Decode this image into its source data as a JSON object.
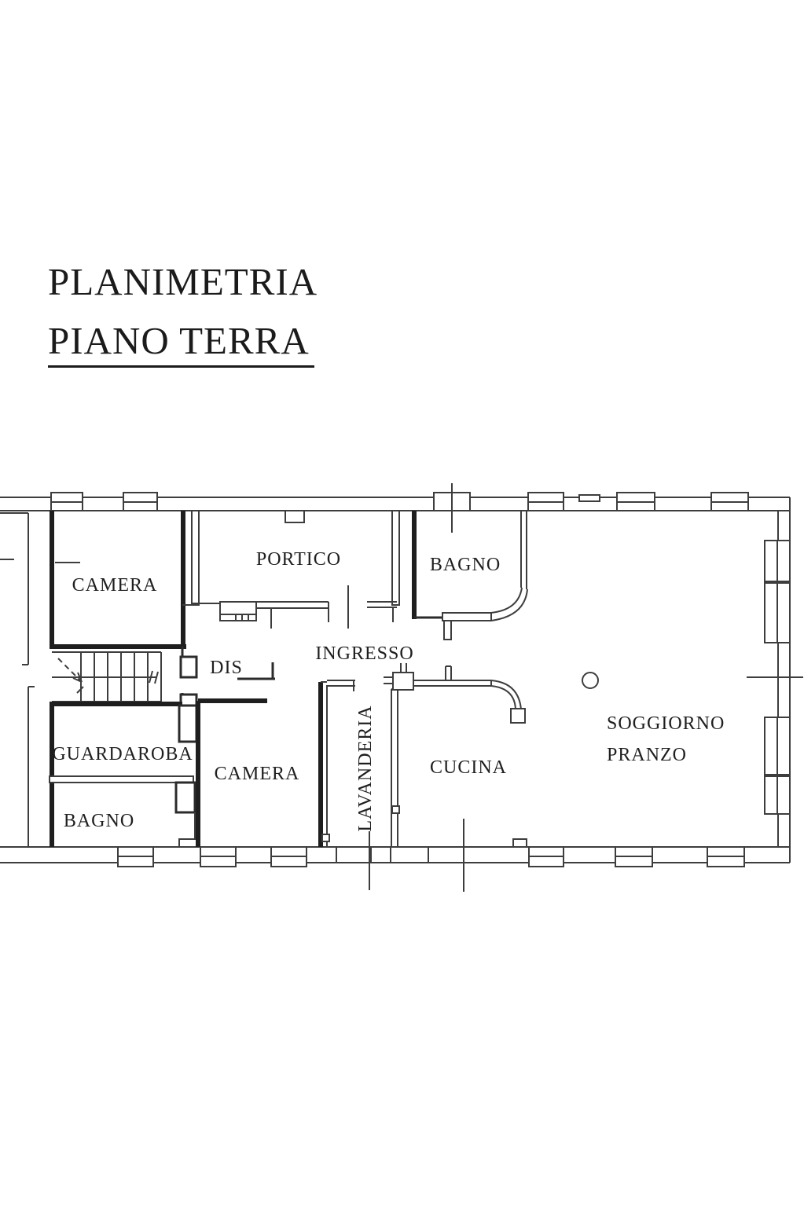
{
  "title": {
    "line1": "PLANIMETRIA",
    "line2": "PIANO TERRA"
  },
  "rooms": {
    "camera_north": "CAMERA",
    "portico": "PORTICO",
    "bagno_north": "BAGNO",
    "ingresso": "INGRESSO",
    "dis": "DIS",
    "guardaroba": "GUARDAROBA",
    "camera_south": "CAMERA",
    "bagno_south": "BAGNO",
    "lavanderia": "LAVANDERIA",
    "cucina": "CUCINA",
    "soggiorno_line1": "SOGGIORNO",
    "soggiorno_line2": "PRANZO"
  },
  "colors": {
    "background": "#ffffff",
    "wall_thick": "#1e1e1e",
    "wall_thin": "#3d3d3d",
    "text": "#1b1b1b"
  }
}
